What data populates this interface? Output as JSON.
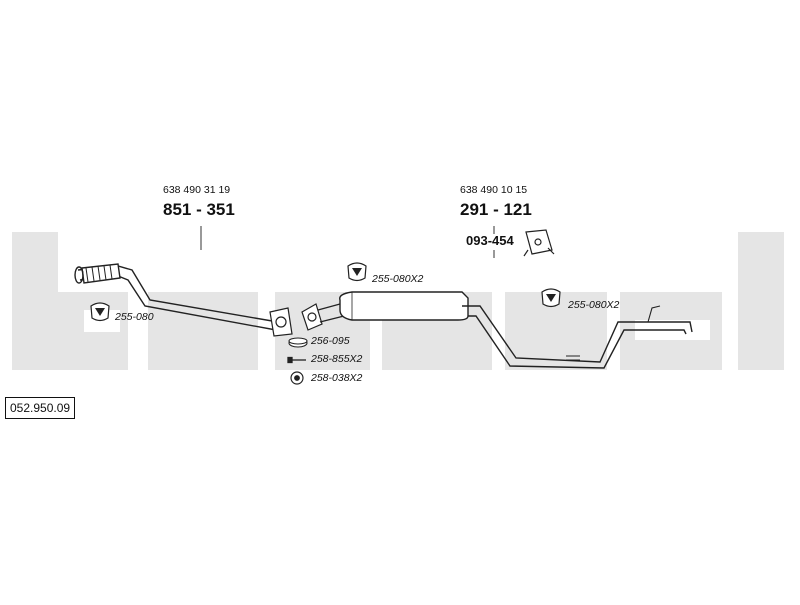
{
  "diagram": {
    "assembly_number": "052.950.09",
    "front_pipe": {
      "oem_number": "638 490 31 19",
      "part_number": "851 - 351"
    },
    "rear_box": {
      "oem_number": "638 490 10 15",
      "part_number": "291 - 121"
    },
    "bracket": {
      "part_number": "093-454"
    },
    "fittings": {
      "front_rubber": "255-080",
      "mid_rubber": "255-080X2",
      "rear_rubber": "255-080X2",
      "gasket": "256-095",
      "bolt": "258-855X2",
      "nut": "258-038X2"
    },
    "colors": {
      "watermark": "#e5e5e5",
      "line": "#222222"
    }
  }
}
